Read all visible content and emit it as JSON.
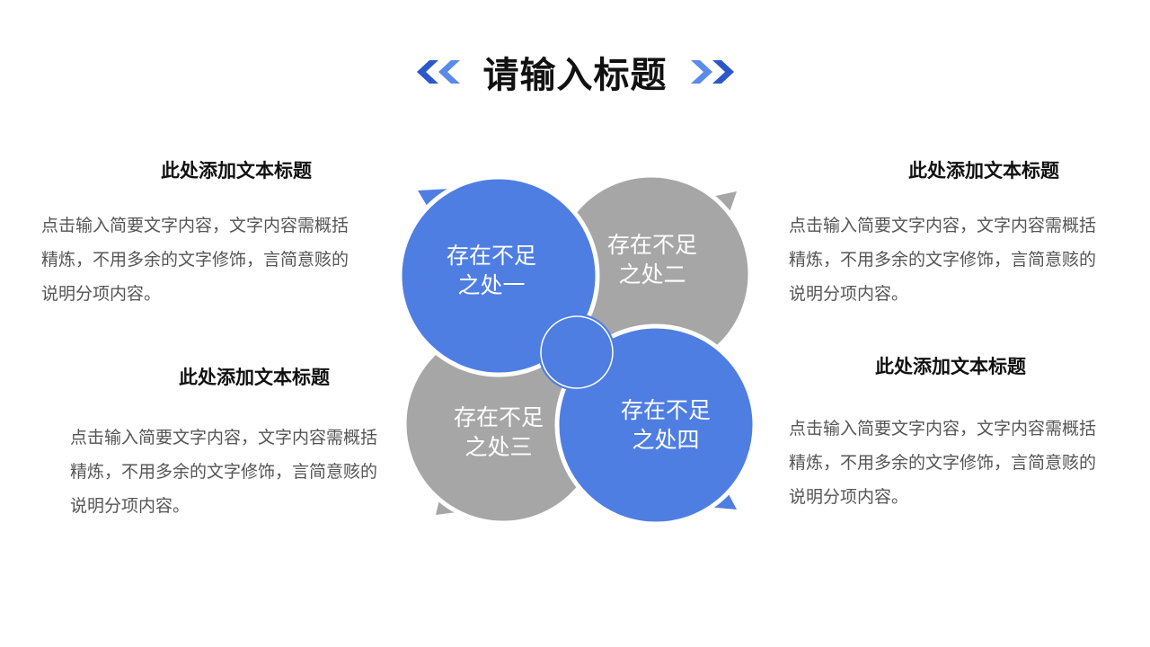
{
  "title": {
    "text": "请输入标题",
    "left_icon": "double-chevron-left-icon",
    "right_icon": "double-chevron-right-icon"
  },
  "colors": {
    "accent_blue": "#4f7ee2",
    "accent_blue_dark": "#2b58c8",
    "gray": "#a6a6a6",
    "title_text": "#111111",
    "body_text": "#555555"
  },
  "blocks": [
    {
      "heading": "此处添加文本标题",
      "body": "点击输入简要文字内容，文字内容需概括精炼，不用多余的文字修饰，言简意赅的说明分项内容。"
    },
    {
      "heading": "此处添加文本标题",
      "body": "点击输入简要文字内容，文字内容需概括精炼，不用多余的文字修饰，言简意赅的说明分项内容。"
    },
    {
      "heading": "此处添加文本标题",
      "body": "点击输入简要文字内容，文字内容需概括精炼，不用多余的文字修饰，言简意赅的说明分项内容。"
    },
    {
      "heading": "此处添加文本标题",
      "body": "点击输入简要文字内容，文字内容需概括精炼，不用多余的文字修饰，言简意赅的说明分项内容。"
    }
  ],
  "diagram": {
    "petals": [
      {
        "line1": "存在不足",
        "line2": "之处一",
        "color": "blue"
      },
      {
        "line1": "存在不足",
        "line2": "之处二",
        "color": "gray"
      },
      {
        "line1": "存在不足",
        "line2": "之处三",
        "color": "gray"
      },
      {
        "line1": "存在不足",
        "line2": "之处四",
        "color": "blue"
      }
    ]
  }
}
